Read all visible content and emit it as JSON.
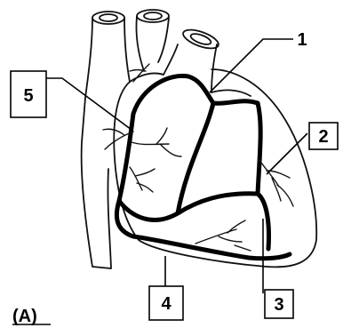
{
  "diagram": {
    "caption": "(A)",
    "labels": [
      {
        "id": "1",
        "text": "1"
      },
      {
        "id": "2",
        "text": "2"
      },
      {
        "id": "3",
        "text": "3"
      },
      {
        "id": "4",
        "text": "4"
      },
      {
        "id": "5",
        "text": "5"
      }
    ]
  }
}
